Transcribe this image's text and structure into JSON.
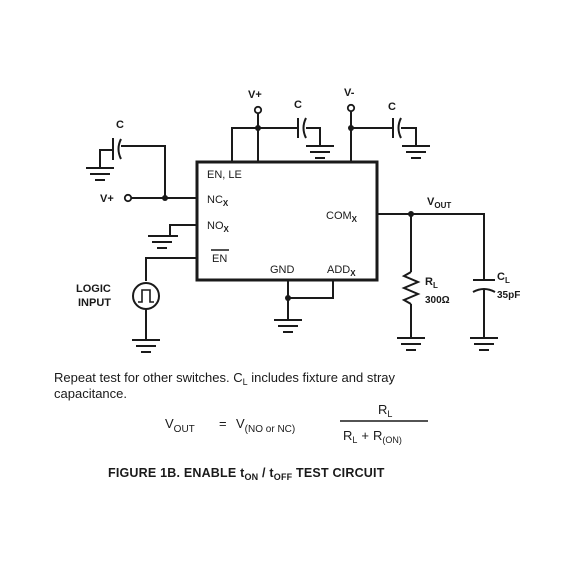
{
  "labels": {
    "cap_c": "C",
    "vplus": "V+",
    "vminus": "V-",
    "logic_input_line1": "LOGIC",
    "logic_input_line2": "INPUT",
    "vout_main": "V",
    "vout_sub": "OUT",
    "rl_main": "R",
    "rl_sub": "L",
    "rl_value": "300Ω",
    "cl_main": "C",
    "cl_sub": "L",
    "cl_value": "35pF"
  },
  "chip": {
    "pin_en_le": "EN, LE",
    "pin_nc_main": "NC",
    "pin_nc_sub": "X",
    "pin_no_main": "NO",
    "pin_no_sub": "X",
    "pin_en": "EN",
    "pin_com_main": "COM",
    "pin_com_sub": "X",
    "pin_gnd": "GND",
    "pin_addx_main": "ADD",
    "pin_addx_sub": "X"
  },
  "note": {
    "line1_before": "Repeat test for other switches. C",
    "line1_sub": "L",
    "line1_after": " includes fixture and stray",
    "line2": "capacitance."
  },
  "equation": {
    "lhs_main": "V",
    "lhs_sub": "OUT",
    "equals": "=",
    "rhs_main": "V",
    "rhs_sub": "(NO or NC)",
    "num_main": "R",
    "num_sub": "L",
    "den_a_main": "R",
    "den_a_sub": "L",
    "den_plus": "+",
    "den_b_main": "R",
    "den_b_sub": "(ON)"
  },
  "caption": {
    "prefix": "FIGURE 1B.  ENABLE t",
    "ton_sub": "ON",
    "slash": " / t",
    "toff_sub": "OFF",
    "suffix": " TEST CIRCUIT"
  }
}
